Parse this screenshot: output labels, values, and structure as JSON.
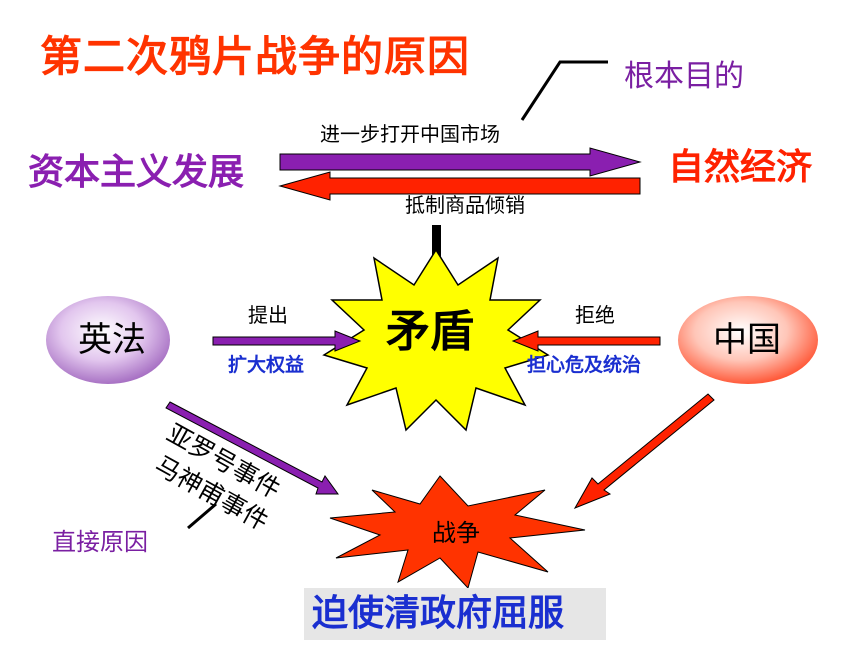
{
  "title": "第二次鸦片战争的原因",
  "root_goal": "根本目的",
  "capitalism": "资本主义发展",
  "natural_economy": "自然经济",
  "open_market": "进一步打开中国市场",
  "resist_goods": "抵制商品倾销",
  "contradiction": "矛盾",
  "britain_france": "英法",
  "china": "中国",
  "raise": "提出",
  "refuse": "拒绝",
  "expand_rights": "扩大权益",
  "fear_rule": "担心危及统治",
  "arrow_incident": "亚罗号事件",
  "missionary_incident": "马神甫事件",
  "direct_cause": "直接原因",
  "war": "战争",
  "conclusion": "迫使清政府屈服",
  "colors": {
    "title": "#ff3300",
    "purple": "#8a1fb0",
    "red": "#ff2200",
    "blue": "#1a2fd0",
    "starburst_yellow": "#ffff00",
    "war_burst": "#ff3300"
  }
}
